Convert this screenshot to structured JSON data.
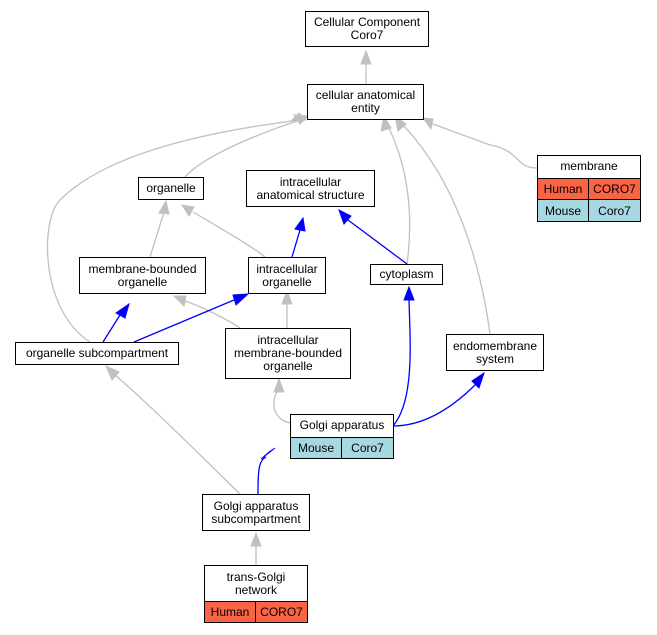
{
  "nodes": {
    "root": "Cellular Component\nCoro7",
    "cae": "cellular anatomical\nentity",
    "organelle": "organelle",
    "ias": "intracellular\nanatomical structure",
    "mbo": "membrane-bounded\norganelle",
    "io": "intracellular\norganelle",
    "cytoplasm": "cytoplasm",
    "osc": "organelle subcompartment",
    "imbo": "intracellular\nmembrane-bounded\norganelle",
    "endo": "endomembrane\nsystem",
    "gas": "Golgi apparatus\nsubcompartment"
  },
  "tables": {
    "membrane": {
      "title": "membrane",
      "rows": [
        [
          "Human",
          "CORO7"
        ],
        [
          "Mouse",
          "Coro7"
        ]
      ]
    },
    "golgi": {
      "title": "Golgi apparatus",
      "rows": [
        [
          "Mouse",
          "Coro7"
        ]
      ]
    },
    "tgn": {
      "title": "trans-Golgi\nnetwork",
      "rows": [
        [
          "Human",
          "CORO7"
        ]
      ]
    }
  },
  "colors": {
    "gray_edge": "#c0c0c0",
    "blue_edge": "#0000ff",
    "human": "#fa6445",
    "mouse": "#a7d8e1"
  }
}
